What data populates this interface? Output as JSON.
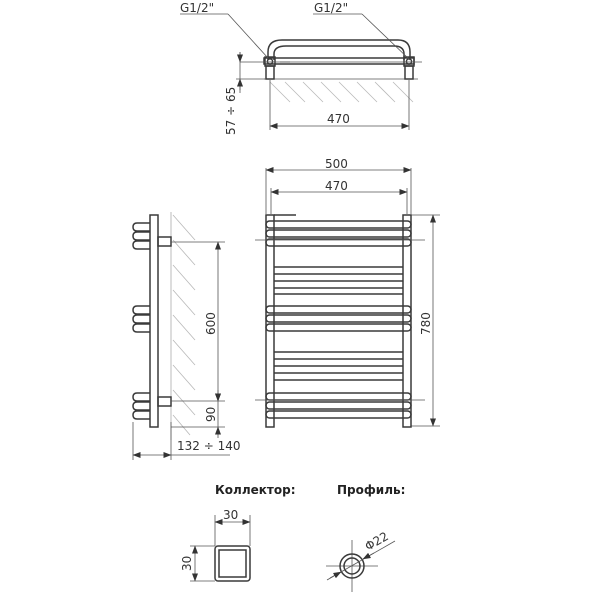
{
  "top_view": {
    "connector_left": "G1/2\"",
    "connector_right": "G1/2\"",
    "wall_distance": "57 ÷ 65",
    "axis_width": "470"
  },
  "front_view": {
    "overall_width": "500",
    "axis_width": "470",
    "overall_height": "780"
  },
  "side_view": {
    "axis_height": "600",
    "bottom_offset": "90",
    "depth": "132 ÷ 140"
  },
  "sections": {
    "collector": {
      "title": "Коллектор:",
      "width": "30",
      "height": "30"
    },
    "profile": {
      "title": "Профиль:",
      "diameter": "Φ22"
    }
  }
}
